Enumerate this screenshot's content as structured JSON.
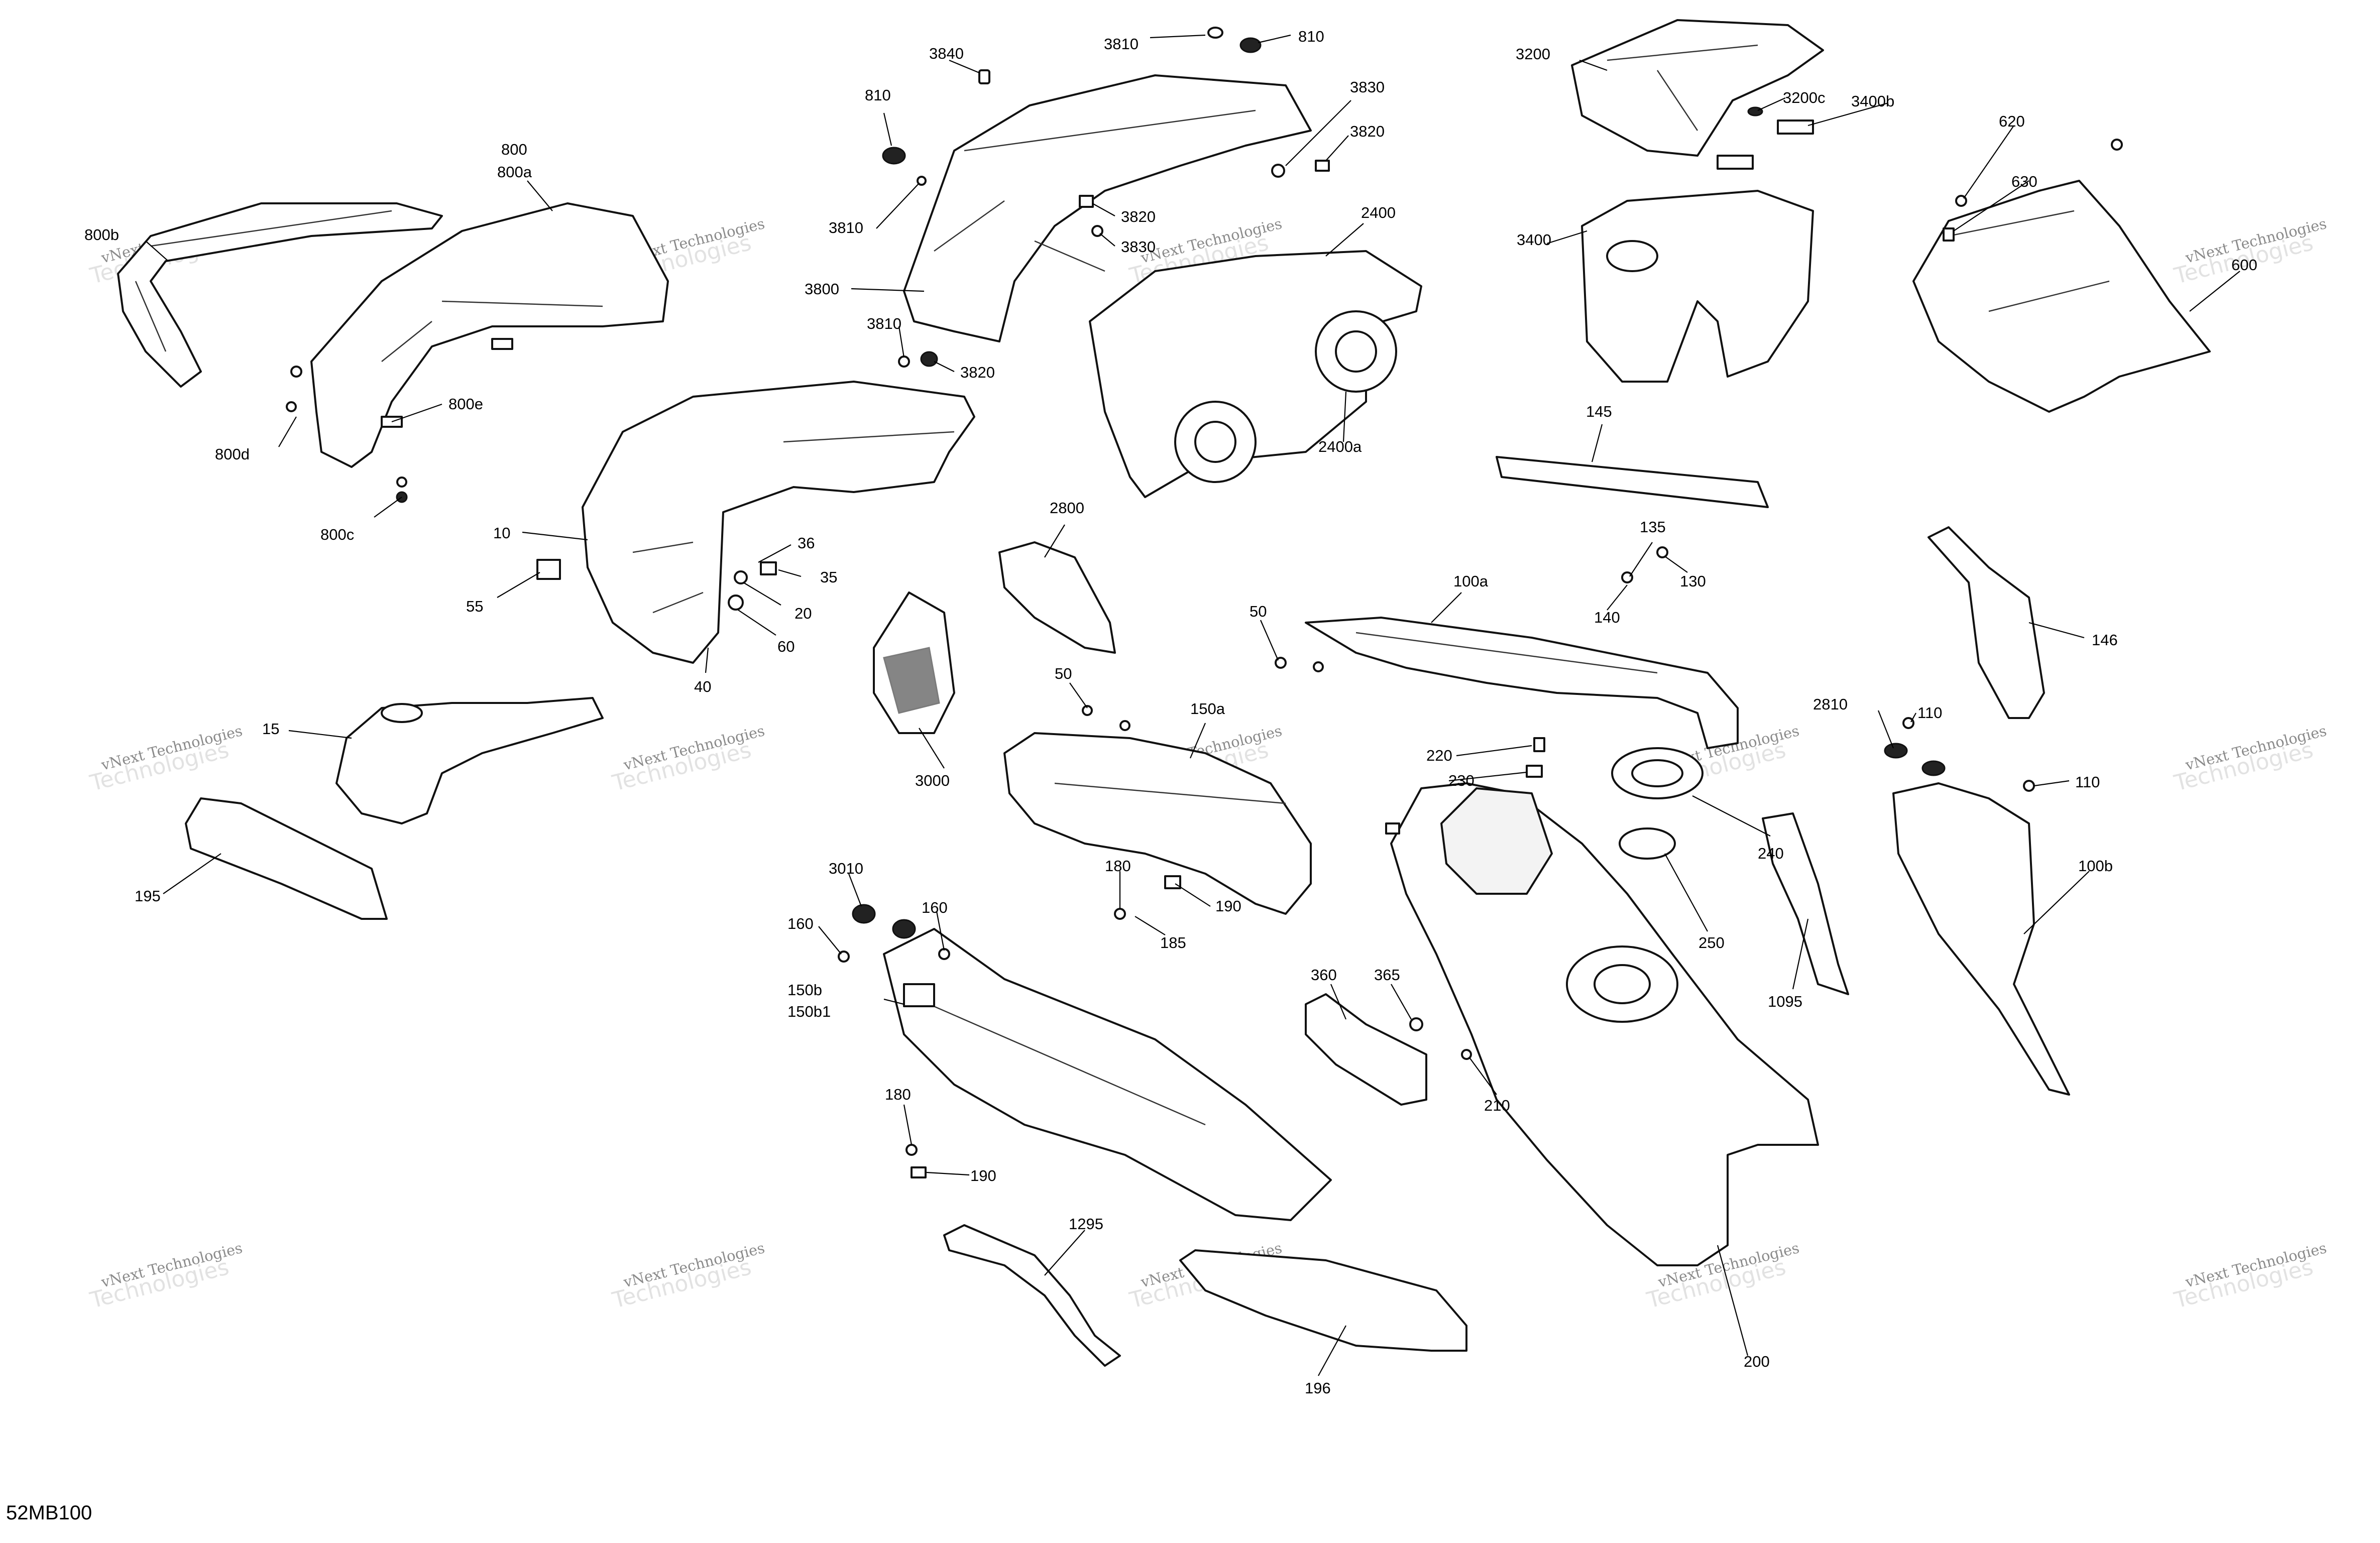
{
  "diagram": {
    "code": "52MB100",
    "watermark": {
      "line1": "vNext Technologies",
      "line2": "Technologies"
    },
    "labels": [
      "800",
      "800a",
      "800b",
      "800d",
      "800e",
      "800c",
      "3840",
      "3810",
      "810",
      "3830",
      "3820",
      "3810",
      "3820",
      "3830",
      "3800",
      "3810",
      "3820",
      "810",
      "2400",
      "2400a",
      "3200",
      "3200c",
      "3400b",
      "3400",
      "620",
      "630",
      "600",
      "145",
      "135",
      "130",
      "140",
      "10",
      "36",
      "35",
      "55",
      "20",
      "60",
      "40",
      "2800",
      "100a",
      "50",
      "50",
      "3000",
      "150a",
      "146",
      "2810",
      "110",
      "110",
      "220",
      "230",
      "240",
      "250",
      "15",
      "195",
      "3010",
      "160",
      "160",
      "180",
      "190",
      "185",
      "100b",
      "1095",
      "150b",
      "150b1",
      "360",
      "365",
      "210",
      "180",
      "190",
      "1295",
      "196",
      "200"
    ]
  }
}
